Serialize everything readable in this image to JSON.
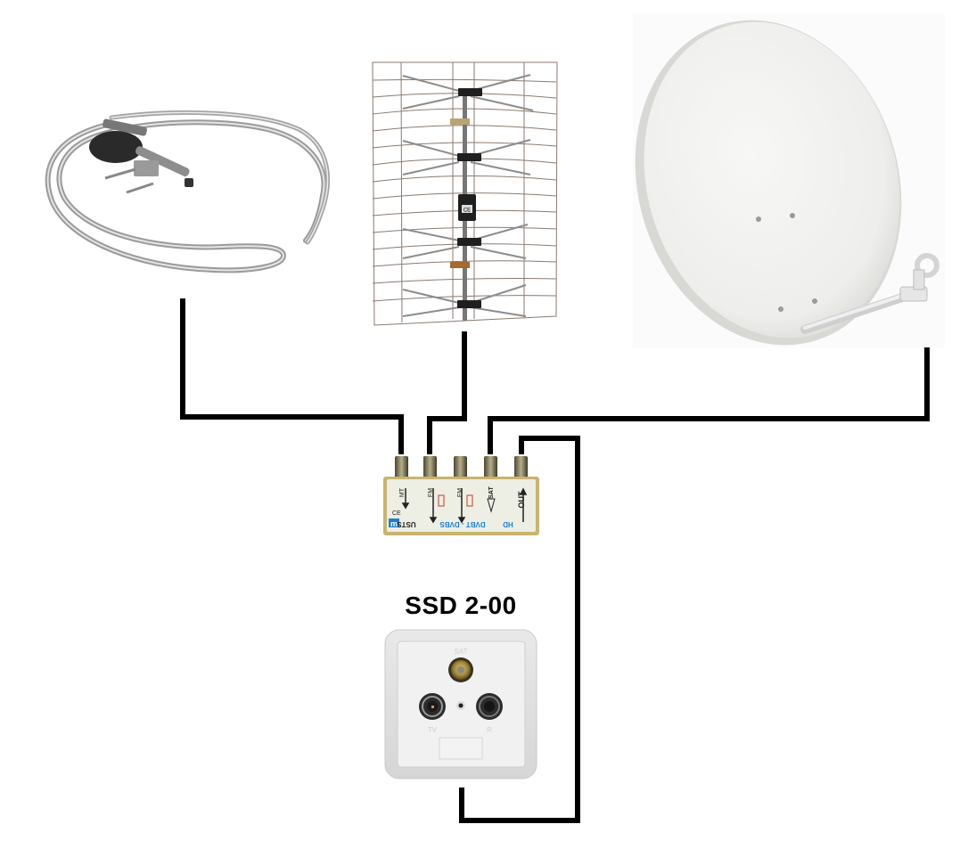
{
  "diagram": {
    "type": "antenna-wiring",
    "background": "#ffffff",
    "cable_color": "#000000",
    "devices": {
      "loop_antenna": {
        "name": "circular-loop-dvbt-antenna",
        "icon": "loop-antenna-icon"
      },
      "grid_antenna": {
        "name": "grid-uhf-antenna",
        "icon": "grid-antenna-icon",
        "amp_label": "CE"
      },
      "satellite_dish": {
        "name": "satellite-dish",
        "icon": "satellite-dish-icon"
      },
      "combiner": {
        "name": "combiner",
        "brand_logo": "m",
        "model": "USTS",
        "band_label": "DVBT - DVBS",
        "hd_label": "HD",
        "port_labels": [
          "MT",
          "FM",
          "FM",
          "SAT",
          "OUT"
        ],
        "marks": [
          "CE"
        ],
        "body_color": "#d8c987",
        "label_color": "#1e7fd2"
      },
      "wall_socket": {
        "title": "SSD 2-00",
        "ports": {
          "top": "SAT",
          "left": "TV",
          "right": "R"
        }
      }
    },
    "cables": [
      {
        "from": "loop_antenna",
        "to": "combiner.port1"
      },
      {
        "from": "grid_antenna",
        "to": "combiner.port2"
      },
      {
        "from": "satellite_dish",
        "to": "combiner.port4"
      },
      {
        "from": "combiner.port5",
        "to": "wall_socket"
      }
    ]
  }
}
